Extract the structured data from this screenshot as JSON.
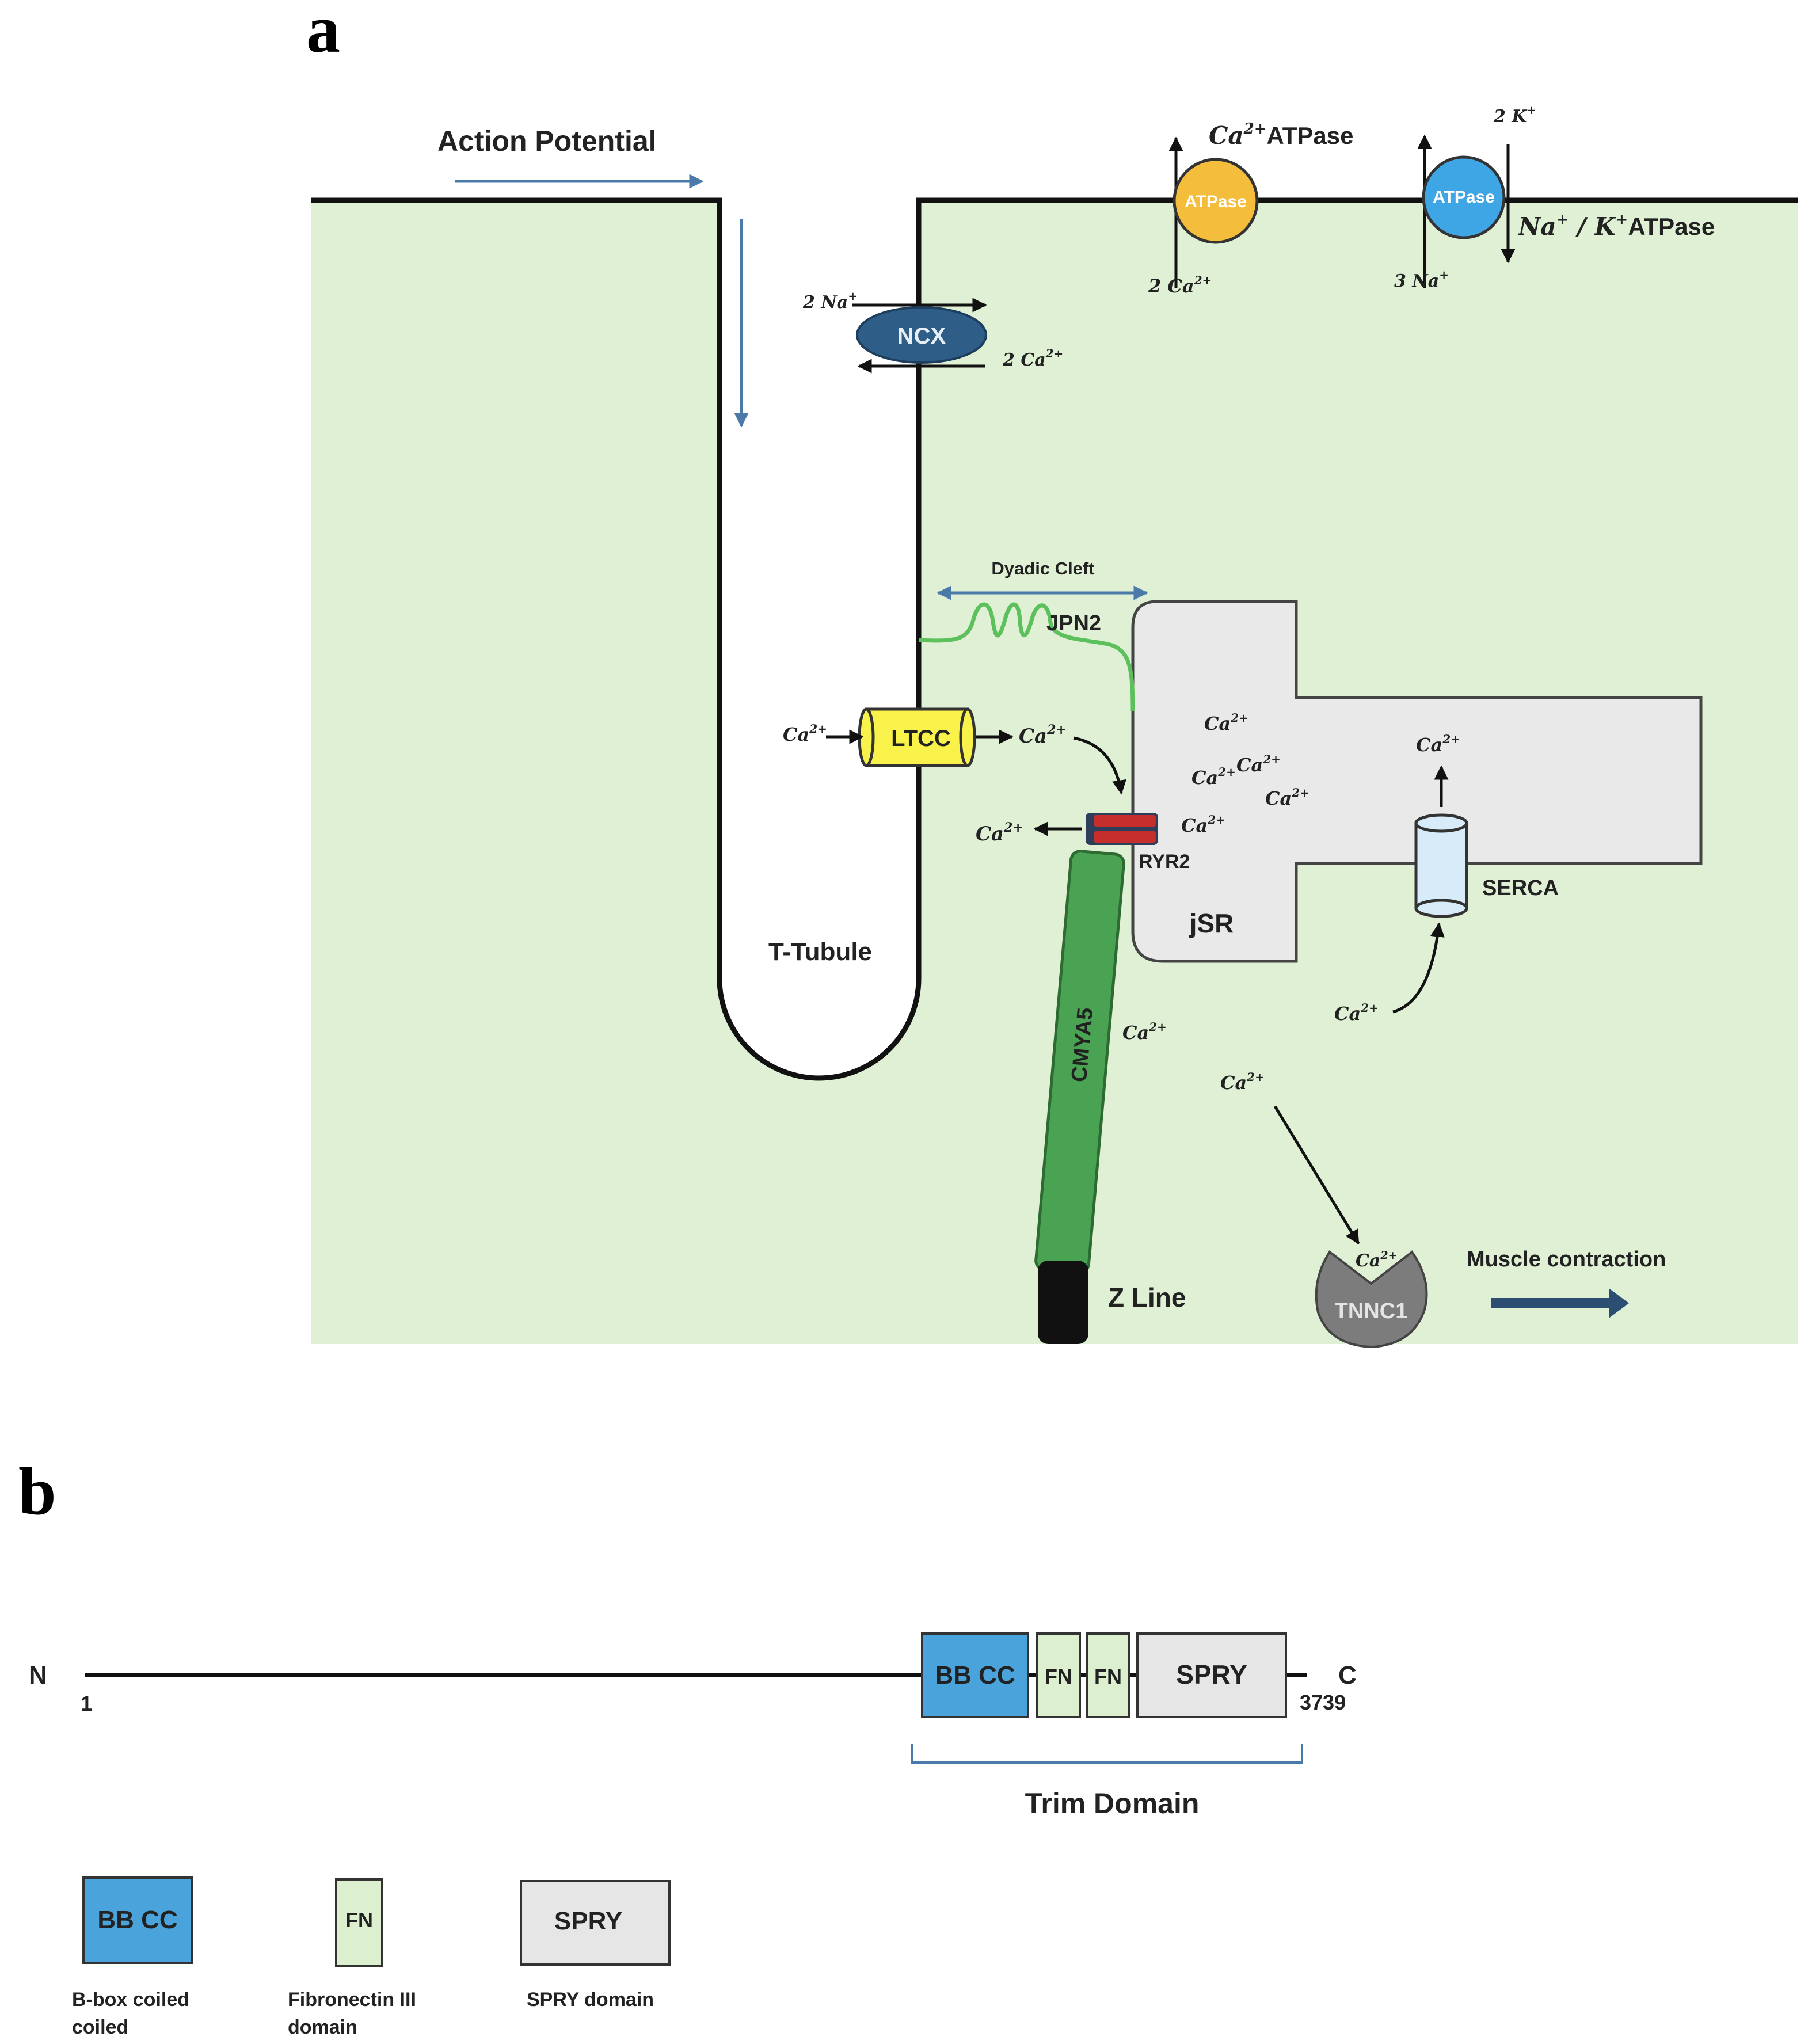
{
  "panel_a": {
    "label": "a",
    "action_potential": "Action Potential",
    "ca_atpase": {
      "ion": "Ca",
      "sup": "2+",
      "suffix": "ATPase",
      "badge": "ATPase",
      "in_label": "2 Ca",
      "in_sup": "2+"
    },
    "nak_atpase": {
      "badge": "ATPase",
      "na": "Na",
      "na_sup": "+",
      "k": "K",
      "k_sup": "+",
      "suffix": "ATPase",
      "k_label": "2 K",
      "k_label_sup": "+",
      "na_label": "3 Na",
      "na_label_sup": "+"
    },
    "ncx": {
      "name": "NCX",
      "na_label": "2 Na",
      "na_sup": "+",
      "ca_label": "2 Ca",
      "ca_sup": "2+"
    },
    "dyadic_cleft": "Dyadic Cleft",
    "jpn2": "JPN2",
    "ltcc": "LTCC",
    "ryr2": "RYR2",
    "jsr": "jSR",
    "serca": "SERCA",
    "t_tubule": "T-Tubule",
    "cmya5": "CMYA5",
    "z_line": "Z Line",
    "tnnc1": "TNNC1",
    "muscle_contraction": "Muscle contraction",
    "ca_ion": {
      "base": "Ca",
      "sup": "2+"
    },
    "colors": {
      "cytoplasm": "#dff0d4",
      "ca_atpase": "#f5bd3c",
      "nak_atpase": "#3fa6e6",
      "ncx": "#2e5e88",
      "ltcc": "#f8f24a",
      "ryr2": "#c62d2d",
      "sr": "#e9e9e9",
      "serca": "#d7ecf8",
      "cmya5": "#4aa352",
      "jpn2": "#5cc05c",
      "tnnc1": "#7c7c7c",
      "blue_arrow": "#4a7aa8",
      "contraction_arrow": "#2c4e73"
    }
  },
  "panel_b": {
    "label": "b",
    "n_term": "N",
    "c_term": "C",
    "start": "1",
    "end": "3739",
    "domains": [
      {
        "key": "bbcc",
        "label": "BB CC"
      },
      {
        "key": "fn1",
        "label": "FN"
      },
      {
        "key": "fn2",
        "label": "FN"
      },
      {
        "key": "spry",
        "label": "SPRY"
      }
    ],
    "trim_domain": "Trim Domain",
    "legend": {
      "bbcc": {
        "box": "BB CC",
        "line1": "B-box coiled",
        "line2": "coiled"
      },
      "fn": {
        "box": "FN",
        "line1": "Fibronectin III",
        "line2": "domain"
      },
      "spry": {
        "box": "SPRY",
        "line1": "SPRY domain"
      }
    },
    "colors": {
      "bbcc": "#4ba3dc",
      "fn": "#dcf0d0",
      "spry": "#e6e6e6",
      "bracket": "#4a7aa8"
    }
  }
}
